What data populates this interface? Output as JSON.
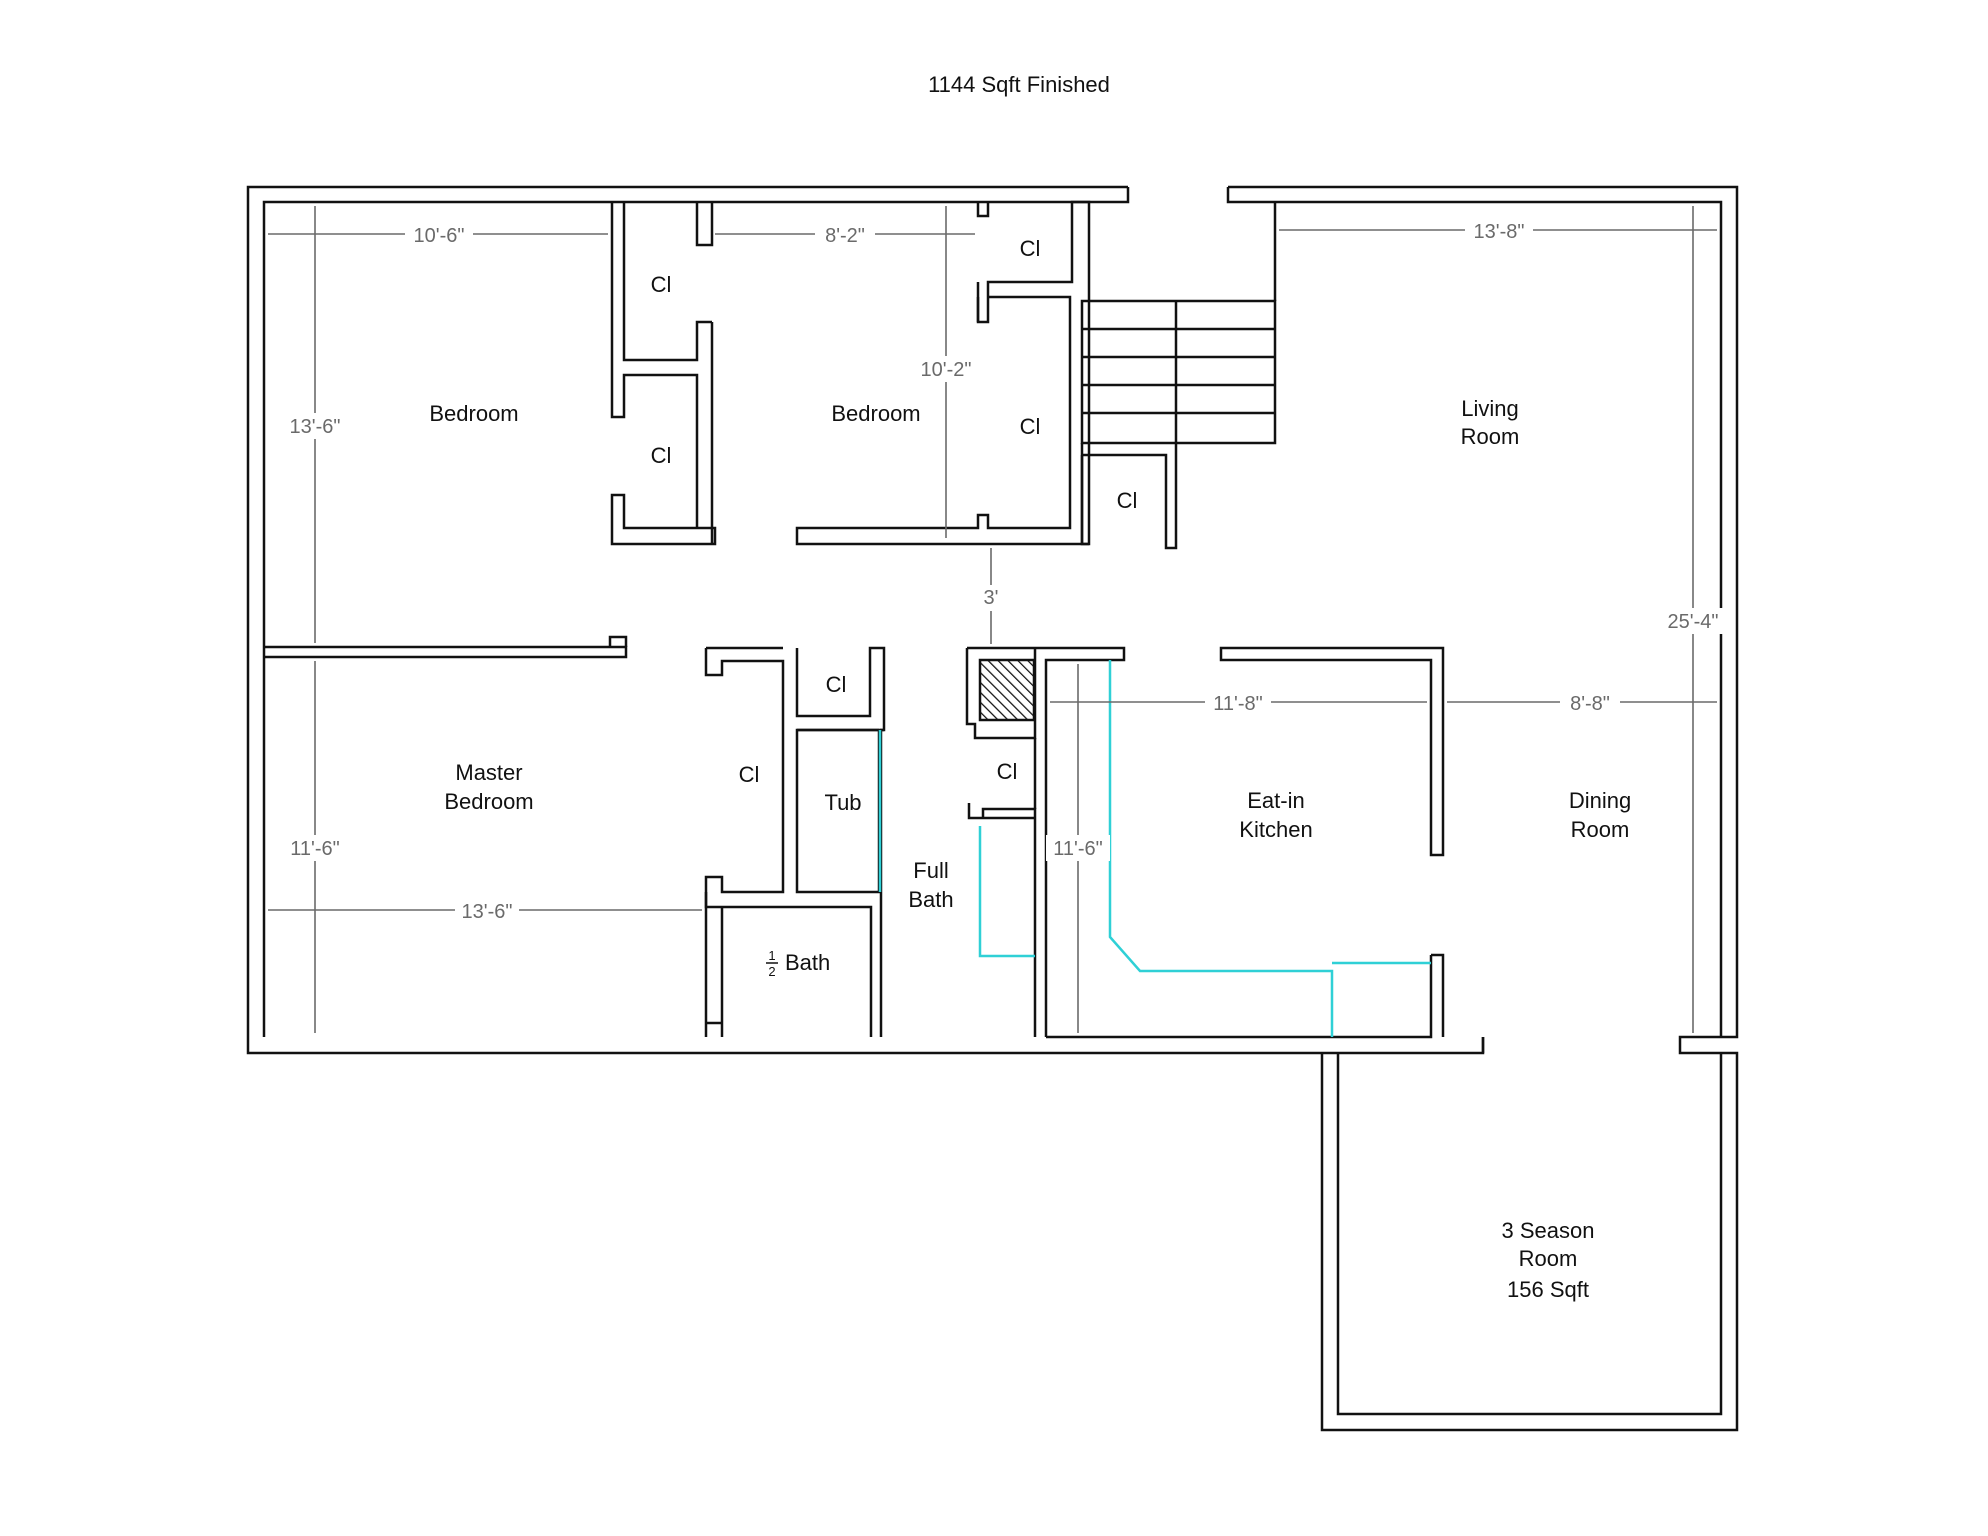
{
  "title": "1144 Sqft Finished",
  "rooms": {
    "bedroom_1": "Bedroom",
    "bedroom_2": "Bedroom",
    "living_line1": "Living",
    "living_line2": "Room",
    "master_line1": "Master",
    "master_line2": "Bedroom",
    "tub": "Tub",
    "full_bath_line1": "Full",
    "full_bath_line2": "Bath",
    "half_bath_fraction_num": "1",
    "half_bath_fraction_den": "2",
    "half_bath": "Bath",
    "kitchen_line1": "Eat-in",
    "kitchen_line2": "Kitchen",
    "dining_line1": "Dining",
    "dining_line2": "Room",
    "season_line1": "3 Season",
    "season_line2": "Room",
    "season_line3": "156 Sqft"
  },
  "closets": [
    "Cl",
    "Cl",
    "Cl",
    "Cl",
    "Cl",
    "Cl",
    "Cl",
    "Cl"
  ],
  "dimensions": {
    "bedroom1_width": "10'-6\"",
    "bedroom1_depth": "13'-6\"",
    "bedroom2_width": "8'-2\"",
    "bedroom2_depth": "10'-2\"",
    "living_width": "13'-8\"",
    "overall_depth": "25'-4\"",
    "hall": "3'",
    "master_depth": "11'-6\"",
    "master_width": "13'-6\"",
    "kitchen_width": "11'-8\"",
    "kitchen_depth": "11'-6\"",
    "dining_width": "8'-8\""
  }
}
